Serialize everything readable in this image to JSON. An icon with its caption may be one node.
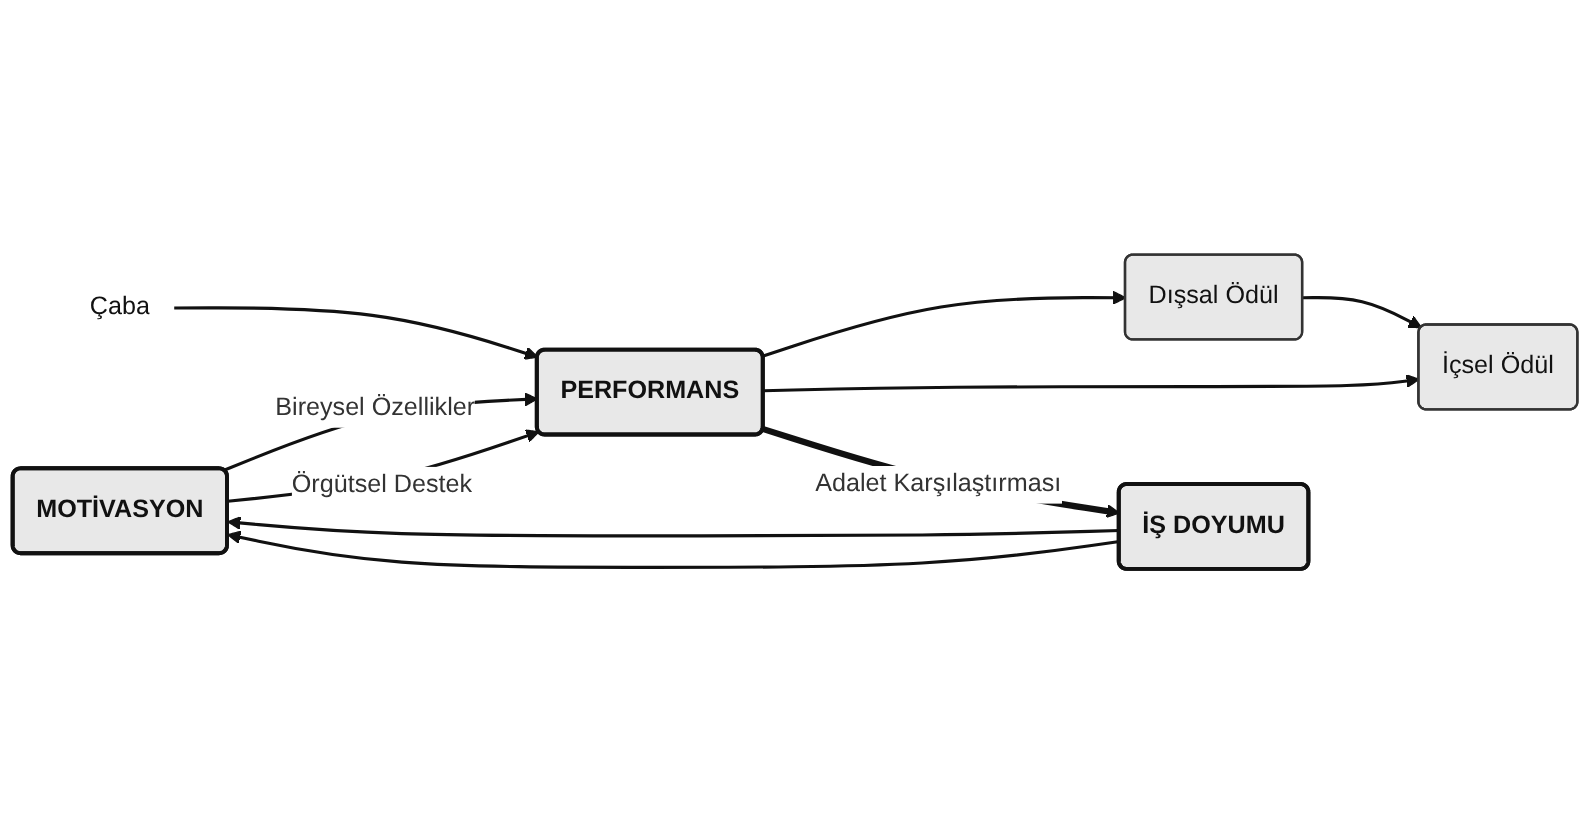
{
  "diagram": {
    "nodes": [
      {
        "text": [
          "MOTİVASYON"
        ]
      },
      {
        "text": [
          "Çaba"
        ]
      },
      {
        "text": [
          "PERFORMANS"
        ]
      },
      {
        "text": [
          "Dışsal Ödül"
        ]
      },
      {
        "text": [
          "İçsel Ödül"
        ]
      },
      {
        "text": [
          "İŞ DOYUMU"
        ]
      }
    ],
    "edges": [
      {
        "from": 0,
        "to": 2,
        "arrow": "to",
        "label": "Bireysel Özellikler"
      },
      {
        "from": 1,
        "to": 2,
        "arrow": "to"
      },
      {
        "from": 0,
        "to": 2,
        "arrow": "to",
        "label": "Örgütsel Destek"
      },
      {
        "from": 2,
        "to": 3,
        "arrow": "to"
      },
      {
        "from": 2,
        "to": 4,
        "arrow": "to"
      },
      {
        "from": 2,
        "to": 5,
        "arrow": "to",
        "label": "Adalet Karşılaştırması",
        "style": "thick"
      },
      {
        "from": 3,
        "to": 4,
        "arrow": "to"
      },
      {
        "from": 5,
        "to": 0,
        "arrow": "to"
      },
      {
        "from": 5,
        "to": 0,
        "arrow": "to"
      }
    ]
  }
}
